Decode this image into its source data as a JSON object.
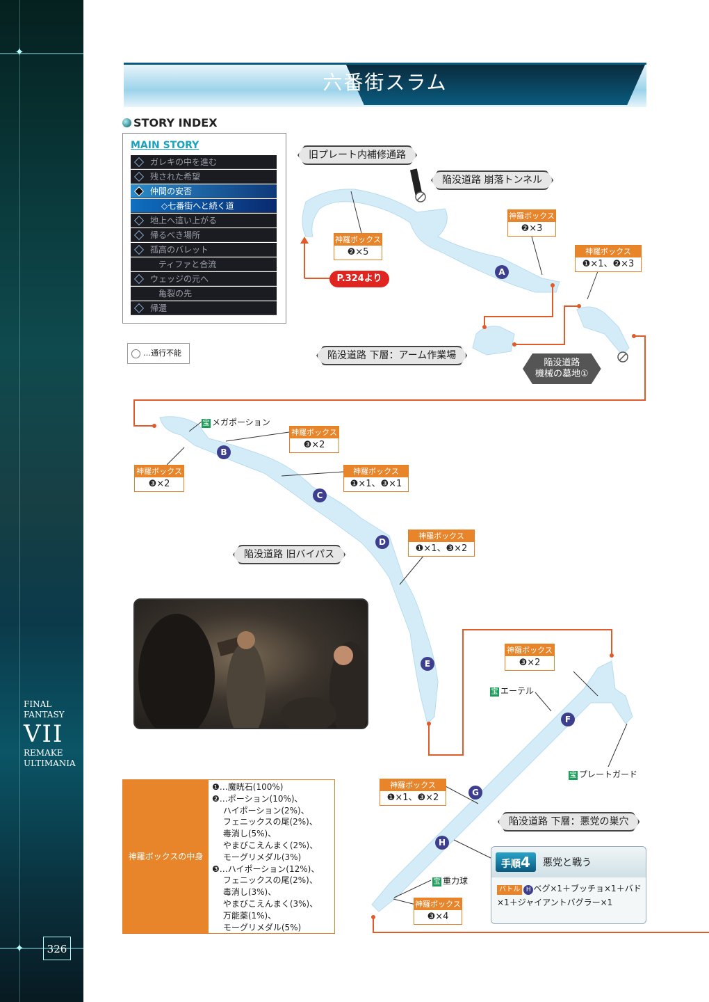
{
  "page": {
    "title": "六番街スラム",
    "page_number": "326",
    "brand": {
      "line1": "FINAL FANTASY",
      "line2": "VII",
      "line3": "REMAKE",
      "line4": "ULTIMANIA"
    }
  },
  "story_index": {
    "heading": "STORY INDEX",
    "main_story": "MAIN STORY",
    "items": [
      "ガレキの中を進む",
      "残された希望",
      "仲間の安否",
      "◇七番街へと続く道",
      "地上へ這い上がる",
      "帰るべき場所",
      "孤高のバレット",
      "ティファと合流",
      "ウェッジの元へ",
      "亀裂の先",
      "帰還"
    ]
  },
  "legend": {
    "no_entry": "…通行不能"
  },
  "map": {
    "areas": [
      "旧プレート内補修通路",
      "陥没道路 崩落トンネル",
      "陥没道路 下層：アーム作業場",
      "陥没道路 旧バイパス",
      "陥没道路 下層：悪党の巣穴"
    ],
    "area_dark": {
      "line1": "陥没道路",
      "line2": "機械の墓地①"
    },
    "from_ref": "P.324より",
    "box_header": "神羅ボックス",
    "boxes": [
      "❷×5",
      "❷×3",
      "❶×1、❷×3",
      "❸×2",
      "❸×2",
      "❶×1、❸×1",
      "❶×1、❸×2",
      "❸×2",
      "❶×1、❸×2",
      "❸×4"
    ],
    "treasure_mark": "宝",
    "treasures": [
      "メガポーション",
      "エーテル",
      "プレートガード",
      "重力球"
    ],
    "letters": [
      "A",
      "B",
      "C",
      "D",
      "E",
      "F",
      "G",
      "H"
    ]
  },
  "contents": {
    "header": "神羅ボックスの中身",
    "lines": [
      "❶…魔晄石(100%)",
      "❷…ポーション(10%)、",
      "　 ハイポーション(2%)、",
      "　 フェニックスの尾(2%)、",
      "　 毒消し(5%)、",
      "　 やまびこえんまく(2%)、",
      "　 モーグリメダル(3%)",
      "❸…ハイポーション(12%)、",
      "　 フェニックスの尾(2%)、",
      "　 毒消し(3%)、",
      "　 やまびこえんまく(3%)、",
      "　 万能薬(1%)、",
      "　 モーグリメダル(5%)"
    ]
  },
  "step": {
    "label": "手順",
    "number": "4",
    "title": "悪党と戦う",
    "tag": "バトル",
    "letter": "H",
    "body": "ベグ×1＋ブッチョ×1＋バド×1＋ジャイアントバグラー×1"
  },
  "colors": {
    "accent": "#e8842a",
    "route": "#e05a2a",
    "water": "#d4ecf8",
    "letter": "#3d3f8e"
  }
}
